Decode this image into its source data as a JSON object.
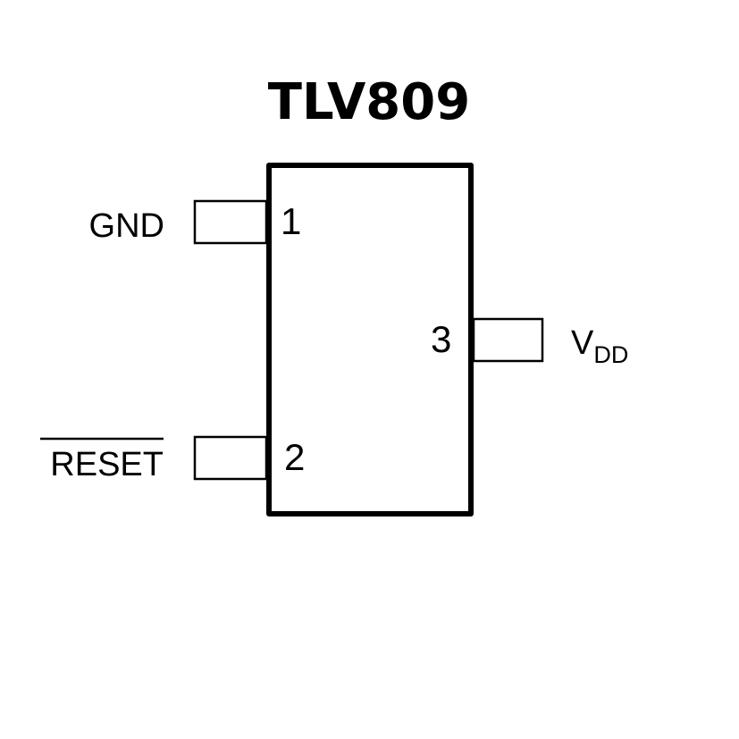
{
  "diagram": {
    "title": "TLV809",
    "type": "device-pinout",
    "colors": {
      "stroke": "#000000",
      "background": "#ffffff"
    },
    "pins": [
      {
        "number": "1",
        "name": "GND",
        "side": "left",
        "overline": false
      },
      {
        "number": "2",
        "name": "RESET",
        "side": "left",
        "overline": true
      },
      {
        "number": "3",
        "name": "V",
        "subscript": "DD",
        "side": "right",
        "overline": false
      }
    ]
  }
}
